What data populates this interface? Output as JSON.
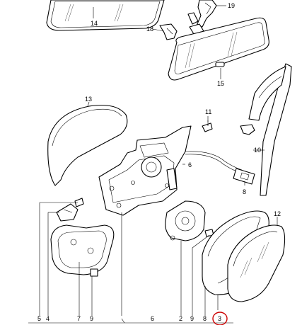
{
  "colors": {
    "highlight": "#cc0000",
    "line": "#000000",
    "background": "#ffffff"
  },
  "callouts": {
    "c19": "19",
    "c14": "14",
    "c18": "18",
    "c15": "15",
    "c13": "13",
    "c11": "11",
    "c10": "10",
    "c6a": "6",
    "c8a": "8",
    "c12": "12",
    "b5": "5",
    "b4": "4",
    "b7": "7",
    "b9a": "9",
    "b6": "6",
    "b2": "2",
    "b9b": "9",
    "b8": "8",
    "b3": "3"
  },
  "highlighted_callout": "3"
}
